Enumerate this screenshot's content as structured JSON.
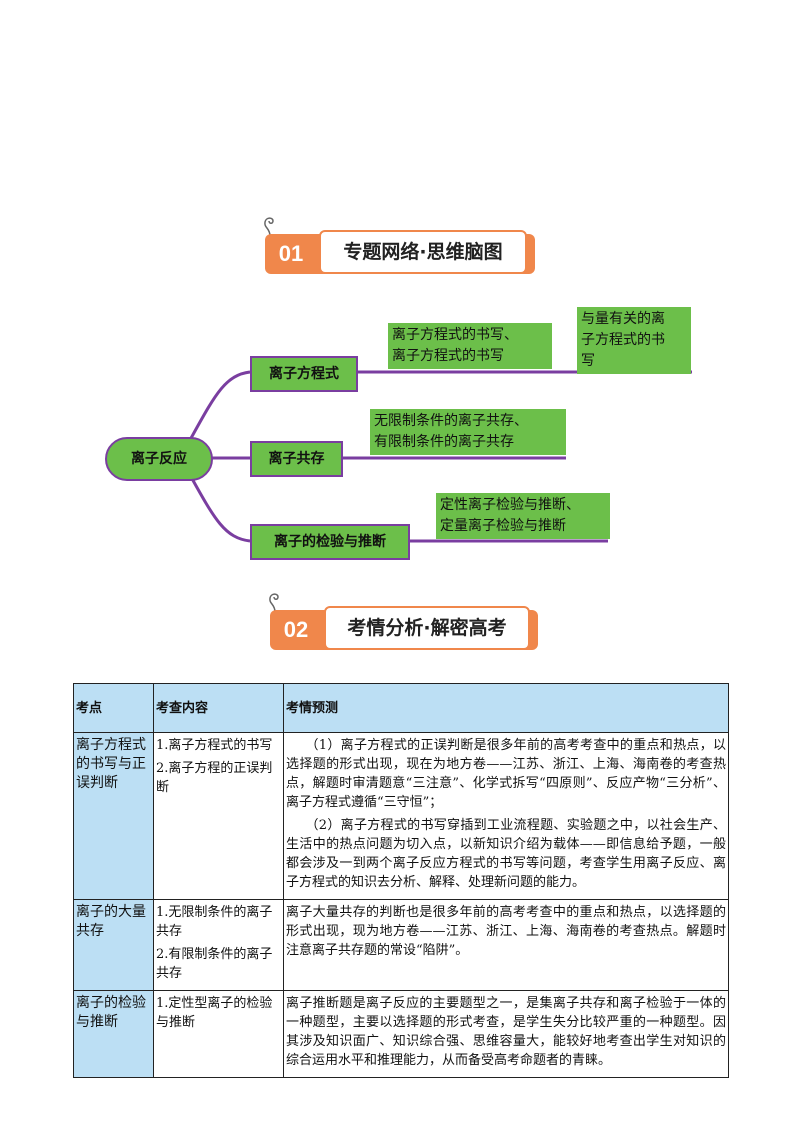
{
  "section1": {
    "number": "01",
    "title": "专题网络·思维脑图"
  },
  "mindmap": {
    "root": "离子反应",
    "branches": [
      {
        "label": "离子方程式",
        "details": [
          "离子方程式的书写、",
          "离子方程式的书写"
        ],
        "sub": [
          "与量有关的离",
          "子方程式的书",
          "写"
        ]
      },
      {
        "label": "离子共存",
        "details": [
          "无限制条件的离子共存、",
          "有限制条件的离子共存"
        ]
      },
      {
        "label": "离子的检验与推断",
        "details": [
          "定性离子检验与推断、",
          "定量离子检验与推断"
        ]
      }
    ]
  },
  "section2": {
    "number": "02",
    "title": "考情分析·解密高考"
  },
  "table": {
    "headers": [
      "考点",
      "考查内容",
      "考情预测"
    ],
    "rows": [
      {
        "point": "离子方程式的书写与正误判断",
        "contents": [
          "1.离子方程式的书写",
          "2.离子方程的正误判断"
        ],
        "predictions": [
          "（1）离子方程式的正误判断是很多年前的高考考查中的重点和热点，以选择题的形式出现，现在为地方卷——江苏、浙江、上海、海南卷的考查热点，解题时审清题意“三注意”、化学式拆写“四原则”、反应产物“三分析”、离子方程式遵循“三守恒”；",
          "（2）离子方程式的书写穿插到工业流程题、实验题之中，以社会生产、生活中的热点问题为切入点，以新知识介绍为载体——即信息给予题，一般都会涉及一到两个离子反应方程式的书写等问题，考查学生用离子反应、离子方程式的知识去分析、解释、处理新问题的能力。"
        ]
      },
      {
        "point": "离子的大量共存",
        "contents": [
          "1.无限制条件的离子共存",
          "2.有限制条件的离子共存"
        ],
        "predictions": [
          "离子大量共存的判断也是很多年前的高考考查中的重点和热点，以选择题的形式出现，现为地方卷——江苏、浙江、上海、海南卷的考查热点。解题时注意离子共存题的常设“陷阱”。"
        ]
      },
      {
        "point": "离子的检验与推断",
        "contents": [
          "1.定性型离子的检验与推断"
        ],
        "predictions": [
          "离子推断题是离子反应的主要题型之一，是集离子共存和离子检验于一体的一种题型，主要以选择题的形式考查，是学生失分比较严重的一种题型。因其涉及知识面广、知识综合强、思维容量大，能较好地考查出学生对知识的综合运用水平和推理能力，从而备受高考命题者的青睐。"
        ]
      }
    ]
  }
}
